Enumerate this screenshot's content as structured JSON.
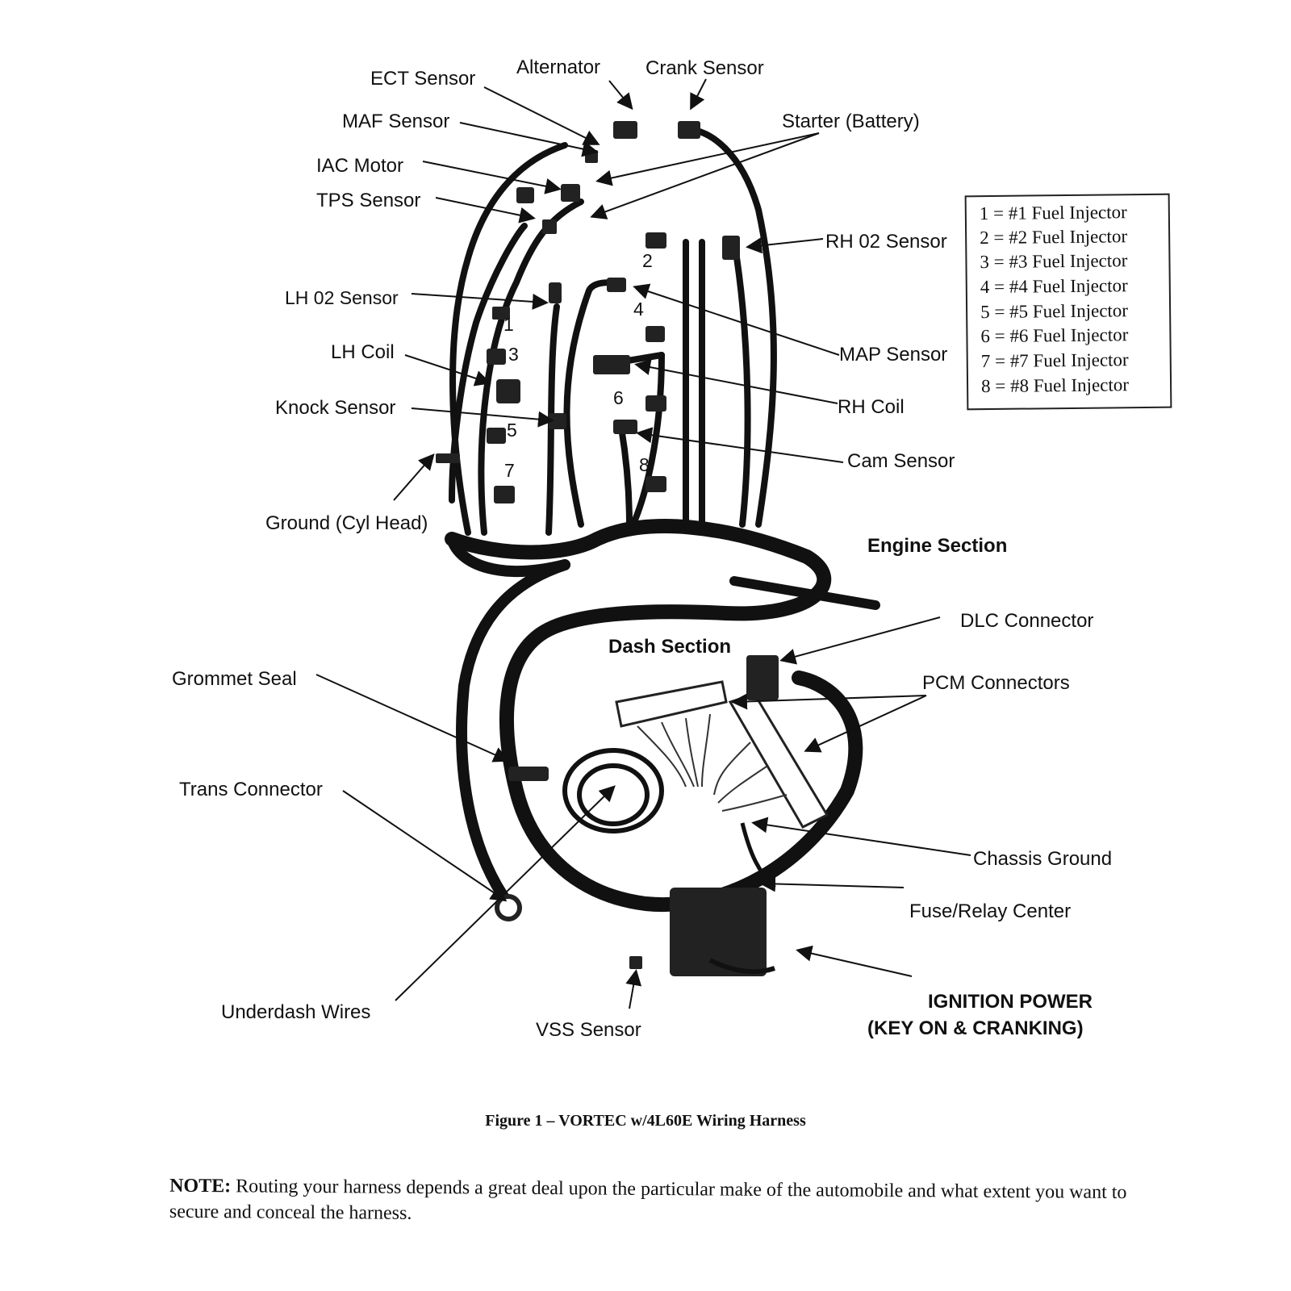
{
  "labels": {
    "ect_sensor": "ECT Sensor",
    "alternator": "Alternator",
    "crank_sensor": "Crank Sensor",
    "maf_sensor": "MAF Sensor",
    "starter_battery": "Starter (Battery)",
    "iac_motor": "IAC Motor",
    "tps_sensor": "TPS Sensor",
    "rh_o2_sensor": "RH 02 Sensor",
    "lh_o2_sensor": "LH 02 Sensor",
    "lh_coil": "LH Coil",
    "map_sensor": "MAP Sensor",
    "knock_sensor": "Knock Sensor",
    "rh_coil": "RH Coil",
    "cam_sensor": "Cam Sensor",
    "ground_cyl_head": "Ground (Cyl Head)",
    "engine_section": "Engine Section",
    "dlc_connector": "DLC Connector",
    "dash_section": "Dash Section",
    "grommet_seal": "Grommet Seal",
    "pcm_connectors": "PCM Connectors",
    "trans_connector": "Trans Connector",
    "chassis_ground": "Chassis Ground",
    "fuse_relay_center": "Fuse/Relay Center",
    "underdash_wires": "Underdash Wires",
    "vss_sensor": "VSS Sensor",
    "ignition_power_1": "IGNITION POWER",
    "ignition_power_2": "(KEY ON & CRANKING)"
  },
  "injector_numbers": [
    "1",
    "2",
    "3",
    "4",
    "5",
    "6",
    "7",
    "8"
  ],
  "legend": [
    "1 = #1 Fuel Injector",
    "2 = #2 Fuel Injector",
    "3 = #3 Fuel Injector",
    "4 = #4 Fuel Injector",
    "5 = #5 Fuel Injector",
    "6 = #6 Fuel Injector",
    "7 = #7 Fuel Injector",
    "8 = #8 Fuel Injector"
  ],
  "caption": "Figure 1 – VORTEC w/4L60E Wiring Harness",
  "note": {
    "prefix": "NOTE:",
    "text": "Routing your harness depends a great deal upon the particular make of the automobile and what extent you want to secure and conceal the harness."
  }
}
